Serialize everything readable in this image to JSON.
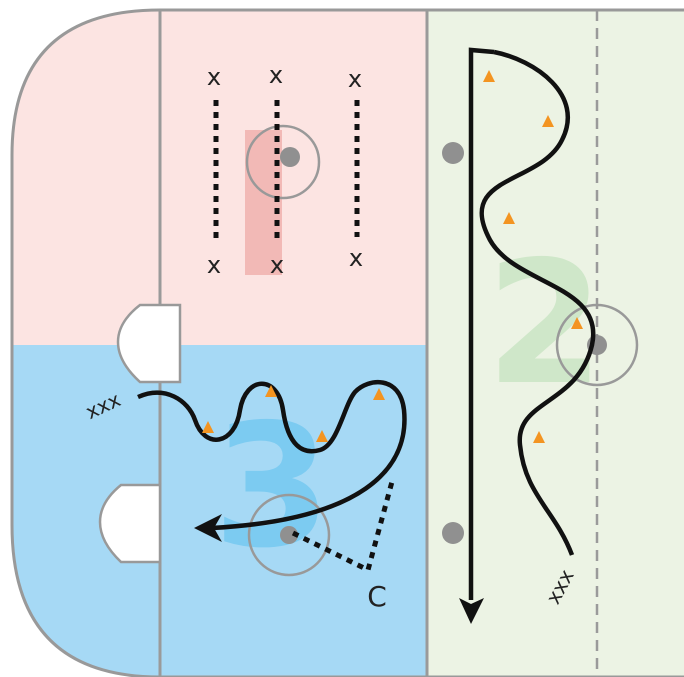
{
  "zones": [
    {
      "id": "1",
      "label": "1",
      "color": "#fce4e2",
      "number_color": "#f2b9b6"
    },
    {
      "id": "2",
      "label": "2",
      "color": "#ecf3e4",
      "number_color": "#cfe7c9"
    },
    {
      "id": "3",
      "label": "3",
      "color": "#a6d9f5",
      "number_color": "#7ccbf1"
    }
  ],
  "players": {
    "x": "x",
    "xxx": "xxx",
    "coach": "C"
  },
  "colors": {
    "board": "#999999",
    "line": "#9a9a9a",
    "path": "#111111",
    "cone": "#f39421",
    "puck_dot": "#909090"
  },
  "icons": [
    "cone-icon",
    "faceoff-dot-icon",
    "faceoff-circle-icon",
    "arrow-head-icon"
  ]
}
